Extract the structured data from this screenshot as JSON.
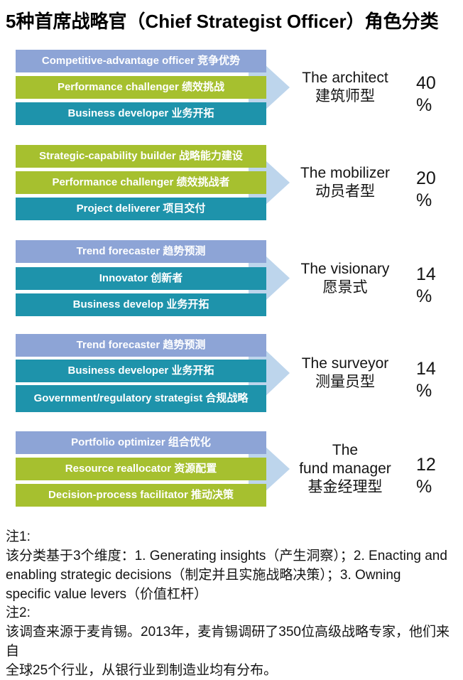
{
  "title": "5种首席战略官（Chief Strategist Officer）角色分类",
  "percent_sign": "%",
  "colors": {
    "periwinkle": "#8da4d6",
    "green": "#a6c02f",
    "teal": "#1e93ab",
    "arrow": "#bdd5ec"
  },
  "groups": [
    {
      "bars": [
        {
          "label": "Competitive-advantage officer 竞争优势",
          "color": "periwinkle"
        },
        {
          "label": "Performance challenger 绩效挑战",
          "color": "green"
        },
        {
          "label": "Business developer 业务开拓",
          "color": "teal"
        }
      ],
      "role_lines": [
        "The architect",
        "建筑师型"
      ],
      "percent": "40"
    },
    {
      "bars": [
        {
          "label": "Strategic-capability builder 战略能力建设",
          "color": "green"
        },
        {
          "label": "Performance challenger 绩效挑战者",
          "color": "green"
        },
        {
          "label": "Project deliverer 项目交付",
          "color": "teal"
        }
      ],
      "role_lines": [
        "The mobilizer",
        "动员者型"
      ],
      "percent": "20"
    },
    {
      "bars": [
        {
          "label": "Trend forecaster 趋势预测",
          "color": "periwinkle"
        },
        {
          "label": "Innovator 创新者",
          "color": "teal"
        },
        {
          "label": "Business develop 业务开拓",
          "color": "teal"
        }
      ],
      "role_lines": [
        "The visionary",
        "愿景式"
      ],
      "percent": "14"
    },
    {
      "bars": [
        {
          "label": "Trend forecaster 趋势预测",
          "color": "periwinkle"
        },
        {
          "label": "Business developer 业务开拓",
          "color": "teal"
        },
        {
          "label": "Government/regulatory strategist 合规战略",
          "color": "teal"
        }
      ],
      "role_lines": [
        "The surveyor",
        "测量员型"
      ],
      "percent": "14"
    },
    {
      "bars": [
        {
          "label": "Portfolio optimizer 组合优化",
          "color": "periwinkle"
        },
        {
          "label": "Resource reallocator 资源配置",
          "color": "green"
        },
        {
          "label": "Decision-process facilitator 推动决策",
          "color": "green"
        }
      ],
      "role_lines": [
        "The",
        "fund manager",
        "基金经理型"
      ],
      "percent": "12"
    }
  ],
  "notes": [
    {
      "heading": "注1:",
      "lines": [
        "该分类基于3个维度：1. Generating insights（产生洞察）；2. Enacting and",
        "enabling strategic decisions（制定并且实施战略决策）；3. Owning",
        "specific value levers（价值杠杆）"
      ]
    },
    {
      "heading": "注2:",
      "lines": [
        "该调查来源于麦肯锡。2013年，麦肯锡调研了350位高级战略专家，他们来自",
        "全球25个行业，从银行业到制造业均有分布。"
      ]
    }
  ]
}
